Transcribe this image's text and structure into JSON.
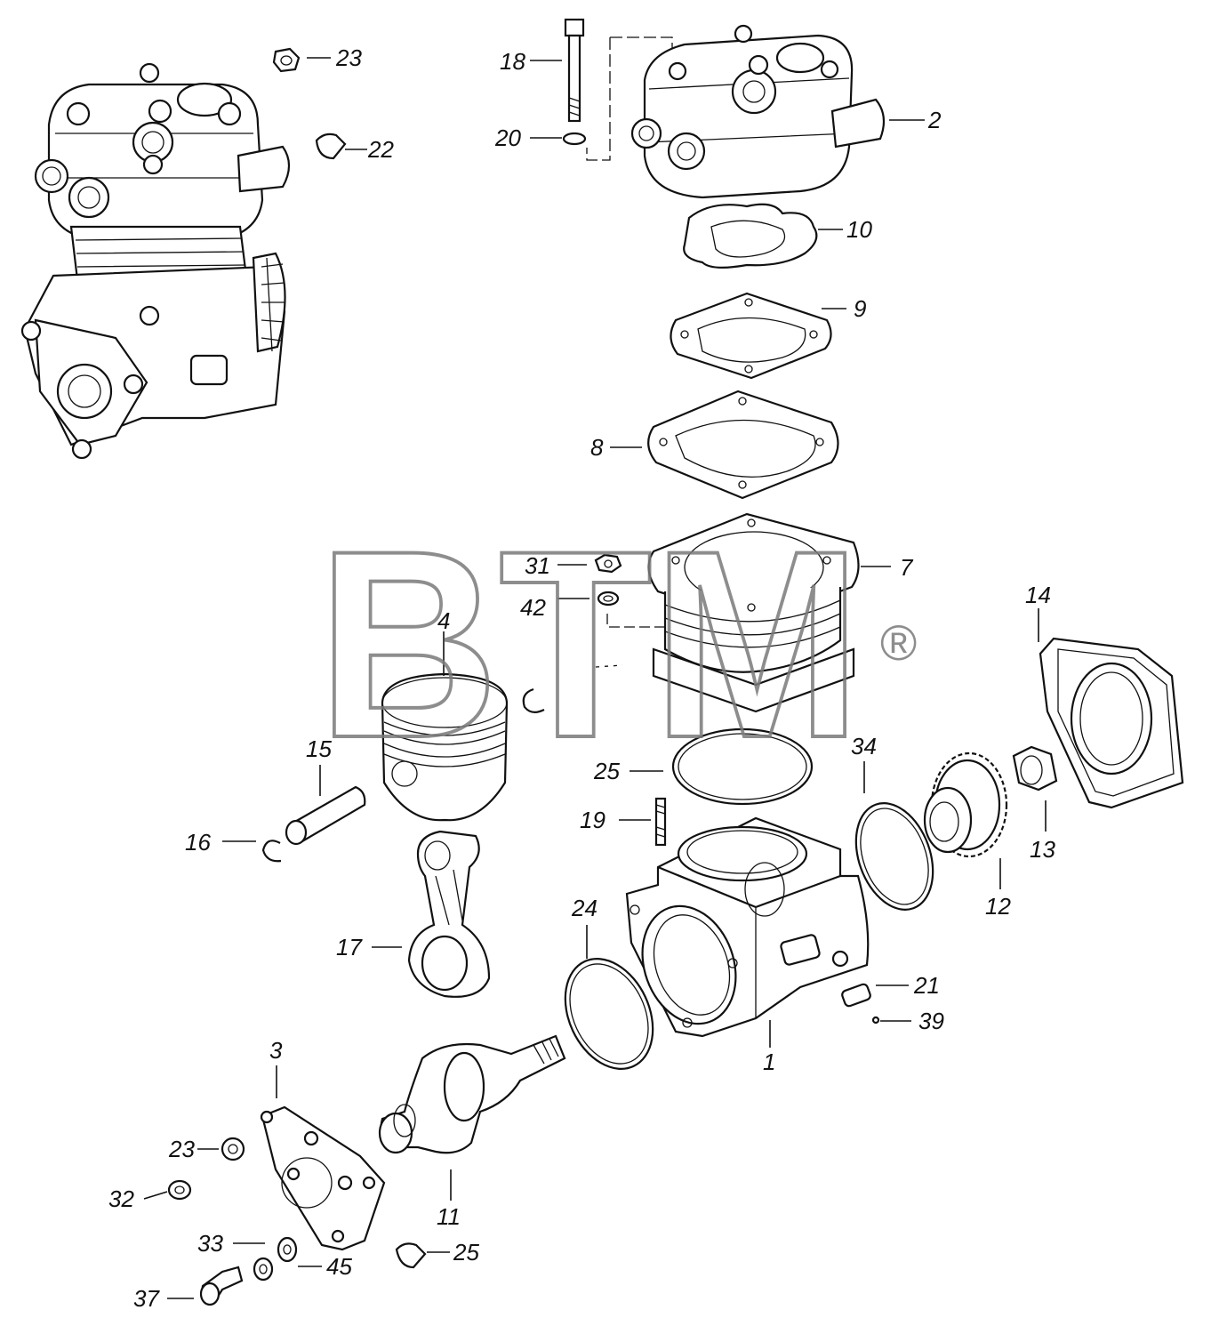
{
  "watermark": {
    "text": "BTM",
    "registered": "®"
  },
  "callouts": [
    {
      "id": "c23a",
      "text": "23"
    },
    {
      "id": "c22",
      "text": "22"
    },
    {
      "id": "c18",
      "text": "18"
    },
    {
      "id": "c20",
      "text": "20"
    },
    {
      "id": "c2",
      "text": "2"
    },
    {
      "id": "c10",
      "text": "10"
    },
    {
      "id": "c9",
      "text": "9"
    },
    {
      "id": "c8",
      "text": "8"
    },
    {
      "id": "c31",
      "text": "31"
    },
    {
      "id": "c42",
      "text": "42"
    },
    {
      "id": "c7",
      "text": "7"
    },
    {
      "id": "c14",
      "text": "14"
    },
    {
      "id": "c4",
      "text": "4"
    },
    {
      "id": "c15",
      "text": "15"
    },
    {
      "id": "c16",
      "text": "16"
    },
    {
      "id": "c25a",
      "text": "25"
    },
    {
      "id": "c19",
      "text": "19"
    },
    {
      "id": "c34",
      "text": "34"
    },
    {
      "id": "c13",
      "text": "13"
    },
    {
      "id": "c12",
      "text": "12"
    },
    {
      "id": "c24",
      "text": "24"
    },
    {
      "id": "c17",
      "text": "17"
    },
    {
      "id": "c21",
      "text": "21"
    },
    {
      "id": "c39",
      "text": "39"
    },
    {
      "id": "c1",
      "text": "1"
    },
    {
      "id": "c3",
      "text": "3"
    },
    {
      "id": "c23b",
      "text": "23"
    },
    {
      "id": "c32",
      "text": "32"
    },
    {
      "id": "c11",
      "text": "11"
    },
    {
      "id": "c33",
      "text": "33"
    },
    {
      "id": "c45",
      "text": "45"
    },
    {
      "id": "c25b",
      "text": "25"
    },
    {
      "id": "c37",
      "text": "37"
    }
  ]
}
